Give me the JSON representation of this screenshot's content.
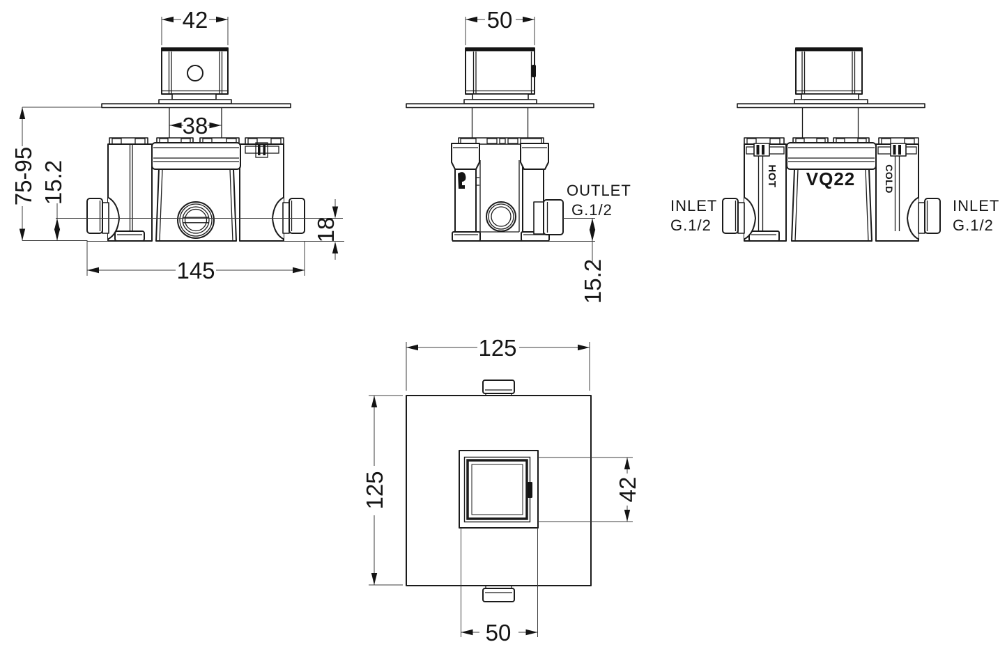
{
  "colors": {
    "ink": "#1b1b1b",
    "background": "#ffffff"
  },
  "views": {
    "front": {
      "dim_handle_width": "42",
      "dim_stem_width": "38",
      "dim_depth_range": "75-95",
      "dim_centerline_offset": "15.2",
      "dim_body_width": "145",
      "dim_port_offset": "18"
    },
    "side": {
      "dim_handle_depth": "50",
      "outlet_label": "OUTLET",
      "outlet_thread": "G.1/2",
      "dim_outlet_offset": "15.2"
    },
    "rear": {
      "inlet_left_label": "INLET",
      "inlet_left_thread": "G.1/2",
      "hot_label": "HOT",
      "model_code": "VQ22",
      "cold_label": "COLD",
      "inlet_right_label": "INLET",
      "inlet_right_thread": "G.1/2"
    },
    "plan": {
      "dim_plate_width": "125",
      "dim_plate_height": "125",
      "dim_handle_top": "42",
      "dim_handle_base": "50"
    }
  }
}
